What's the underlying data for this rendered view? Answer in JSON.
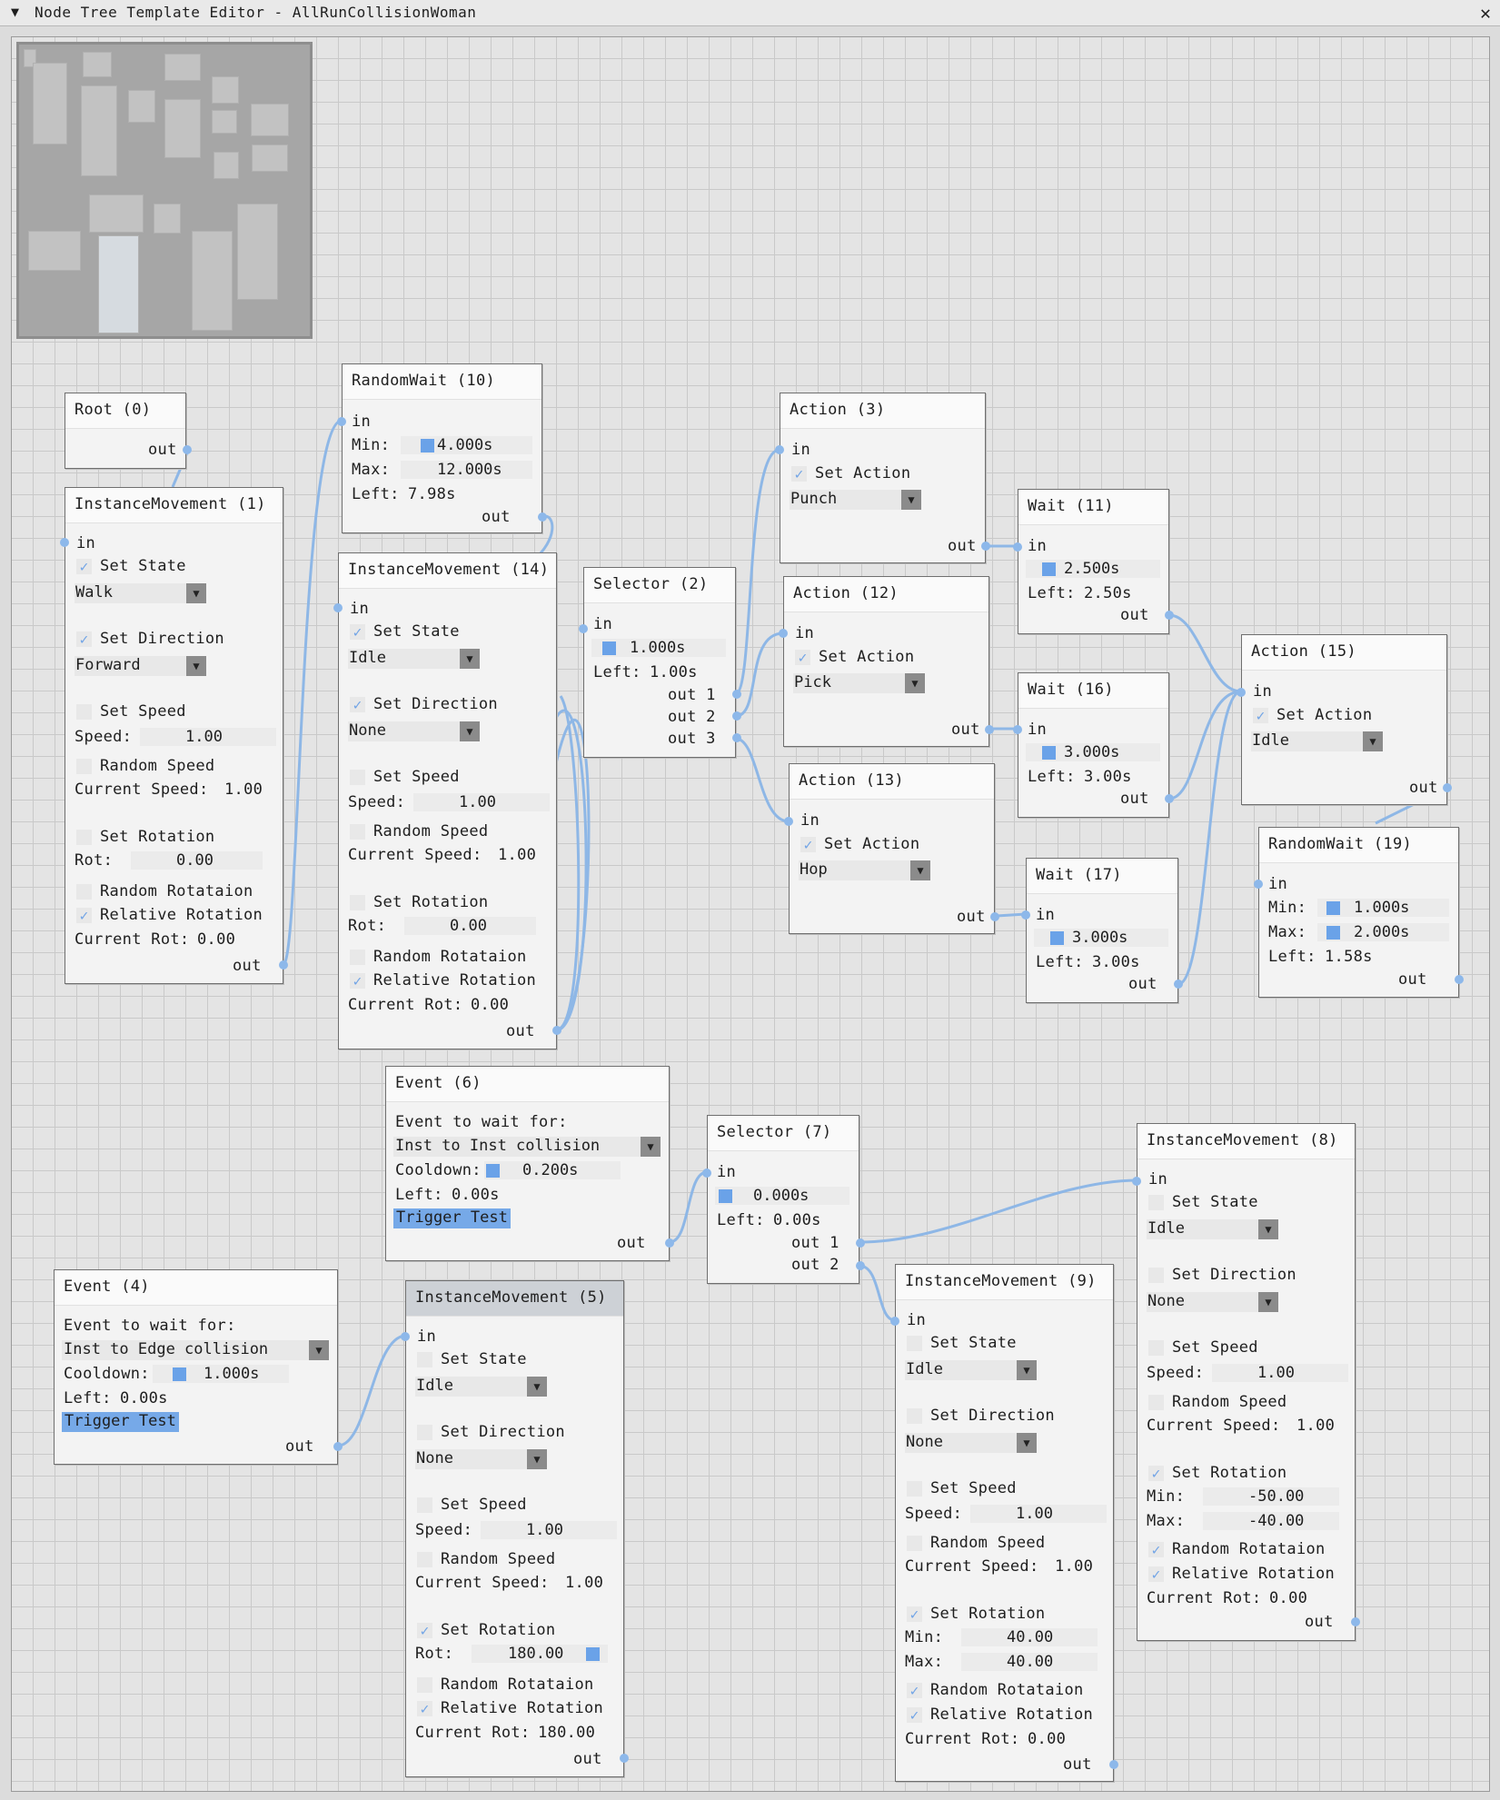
{
  "window": {
    "title": "Node Tree Template Editor - AllRunCollisionWoman",
    "collapse_glyph": "▼",
    "close_glyph": "✕"
  },
  "labels": {
    "in": "in",
    "out": "out",
    "set_state": "Set State",
    "set_direction": "Set Direction",
    "set_speed": "Set Speed",
    "speed": "Speed:",
    "random_speed": "Random Speed",
    "current_speed": "Current Speed:",
    "set_rotation": "Set Rotation",
    "rot": "Rot:",
    "min": "Min:",
    "max": "Max:",
    "left": "Left:",
    "random_rotation": "Random Rotataion",
    "relative_rotation": "Relative Rotation",
    "current_rot": "Current Rot:",
    "set_action": "Set Action",
    "event_wait": "Event to wait for:",
    "cooldown": "Cooldown:",
    "trigger_test": "Trigger Test",
    "dd_arrow": "▼",
    "check": "✓"
  },
  "nodes": {
    "root": {
      "title": "Root (0)"
    },
    "im1": {
      "title": "InstanceMovement (1)",
      "state": "Walk",
      "direction": "Forward",
      "speed": "1.00",
      "current_speed": "1.00",
      "rot": "0.00",
      "current_rot": "0.00"
    },
    "rw10": {
      "title": "RandomWait (10)",
      "min": "4.000s",
      "max": "12.000s",
      "left": "7.98s"
    },
    "im14": {
      "title": "InstanceMovement (14)",
      "state": "Idle",
      "direction": "None",
      "speed": "1.00",
      "current_speed": "1.00",
      "rot": "0.00",
      "current_rot": "0.00"
    },
    "sel2": {
      "title": "Selector (2)",
      "time": "1.000s",
      "left": "1.00s",
      "out1": "out  1",
      "out2": "out  2",
      "out3": "out  3"
    },
    "a3": {
      "title": "Action (3)",
      "action": "Punch"
    },
    "a12": {
      "title": "Action (12)",
      "action": "Pick"
    },
    "a13": {
      "title": "Action (13)",
      "action": "Hop"
    },
    "w11": {
      "title": "Wait (11)",
      "time": "2.500s",
      "left": "2.50s"
    },
    "w16": {
      "title": "Wait (16)",
      "time": "3.000s",
      "left": "3.00s"
    },
    "w17": {
      "title": "Wait (17)",
      "time": "3.000s",
      "left": "3.00s"
    },
    "a15": {
      "title": "Action (15)",
      "action": "Idle"
    },
    "rw19": {
      "title": "RandomWait (19)",
      "min": "1.000s",
      "max": "2.000s",
      "left": "1.58s"
    },
    "ev6": {
      "title": "Event (6)",
      "event": "Inst to Inst collision",
      "cooldown": "0.200s",
      "left": "0.00s"
    },
    "sel7": {
      "title": "Selector (7)",
      "time": "0.000s",
      "left": "0.00s",
      "out1": "out  1",
      "out2": "out  2"
    },
    "im8": {
      "title": "InstanceMovement (8)",
      "state": "Idle",
      "direction": "None",
      "speed": "1.00",
      "current_speed": "1.00",
      "min": "-50.00",
      "max": "-40.00",
      "current_rot": "0.00"
    },
    "ev4": {
      "title": "Event (4)",
      "event": "Inst to Edge collision",
      "cooldown": "1.000s",
      "left": "0.00s"
    },
    "im5": {
      "title": "InstanceMovement (5)",
      "state": "Idle",
      "direction": "None",
      "speed": "1.00",
      "current_speed": "1.00",
      "rot": "180.00",
      "current_rot": "180.00"
    },
    "im9": {
      "title": "InstanceMovement (9)",
      "state": "Idle",
      "direction": "None",
      "speed": "1.00",
      "current_speed": "1.00",
      "min": "40.00",
      "max": "40.00",
      "current_rot": "0.00"
    }
  }
}
